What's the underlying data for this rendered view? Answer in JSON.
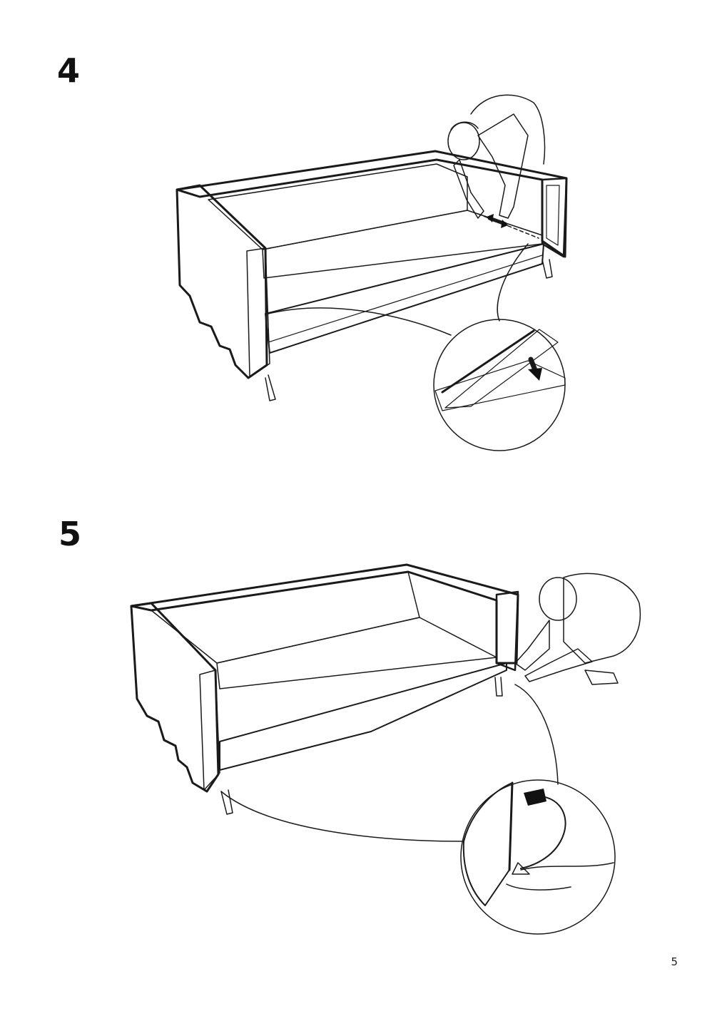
{
  "steps": [
    {
      "number": "4"
    },
    {
      "number": "5"
    }
  ],
  "page": {
    "number": "5"
  },
  "colors": {
    "fabric": "#b3b3b3",
    "outline": "#1a1a1a",
    "background": "#ffffff"
  },
  "icons": [
    "double-arrow-icon",
    "down-arrow-icon",
    "curved-arrow-icon"
  ]
}
